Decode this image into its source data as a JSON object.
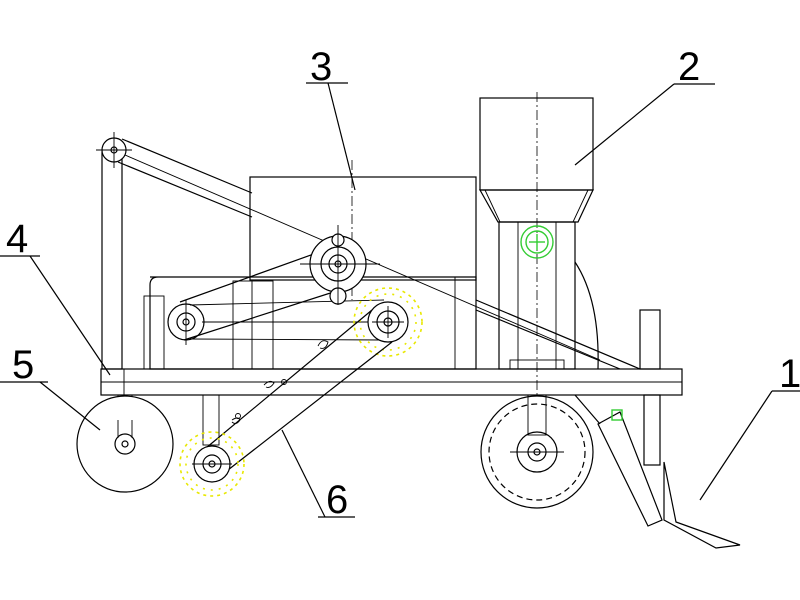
{
  "labels": {
    "furrow_opener": "1",
    "seed_hopper": "2",
    "fertilizer_box": "3",
    "frame": "4",
    "front_wheel": "5",
    "chain_drive": "6"
  }
}
